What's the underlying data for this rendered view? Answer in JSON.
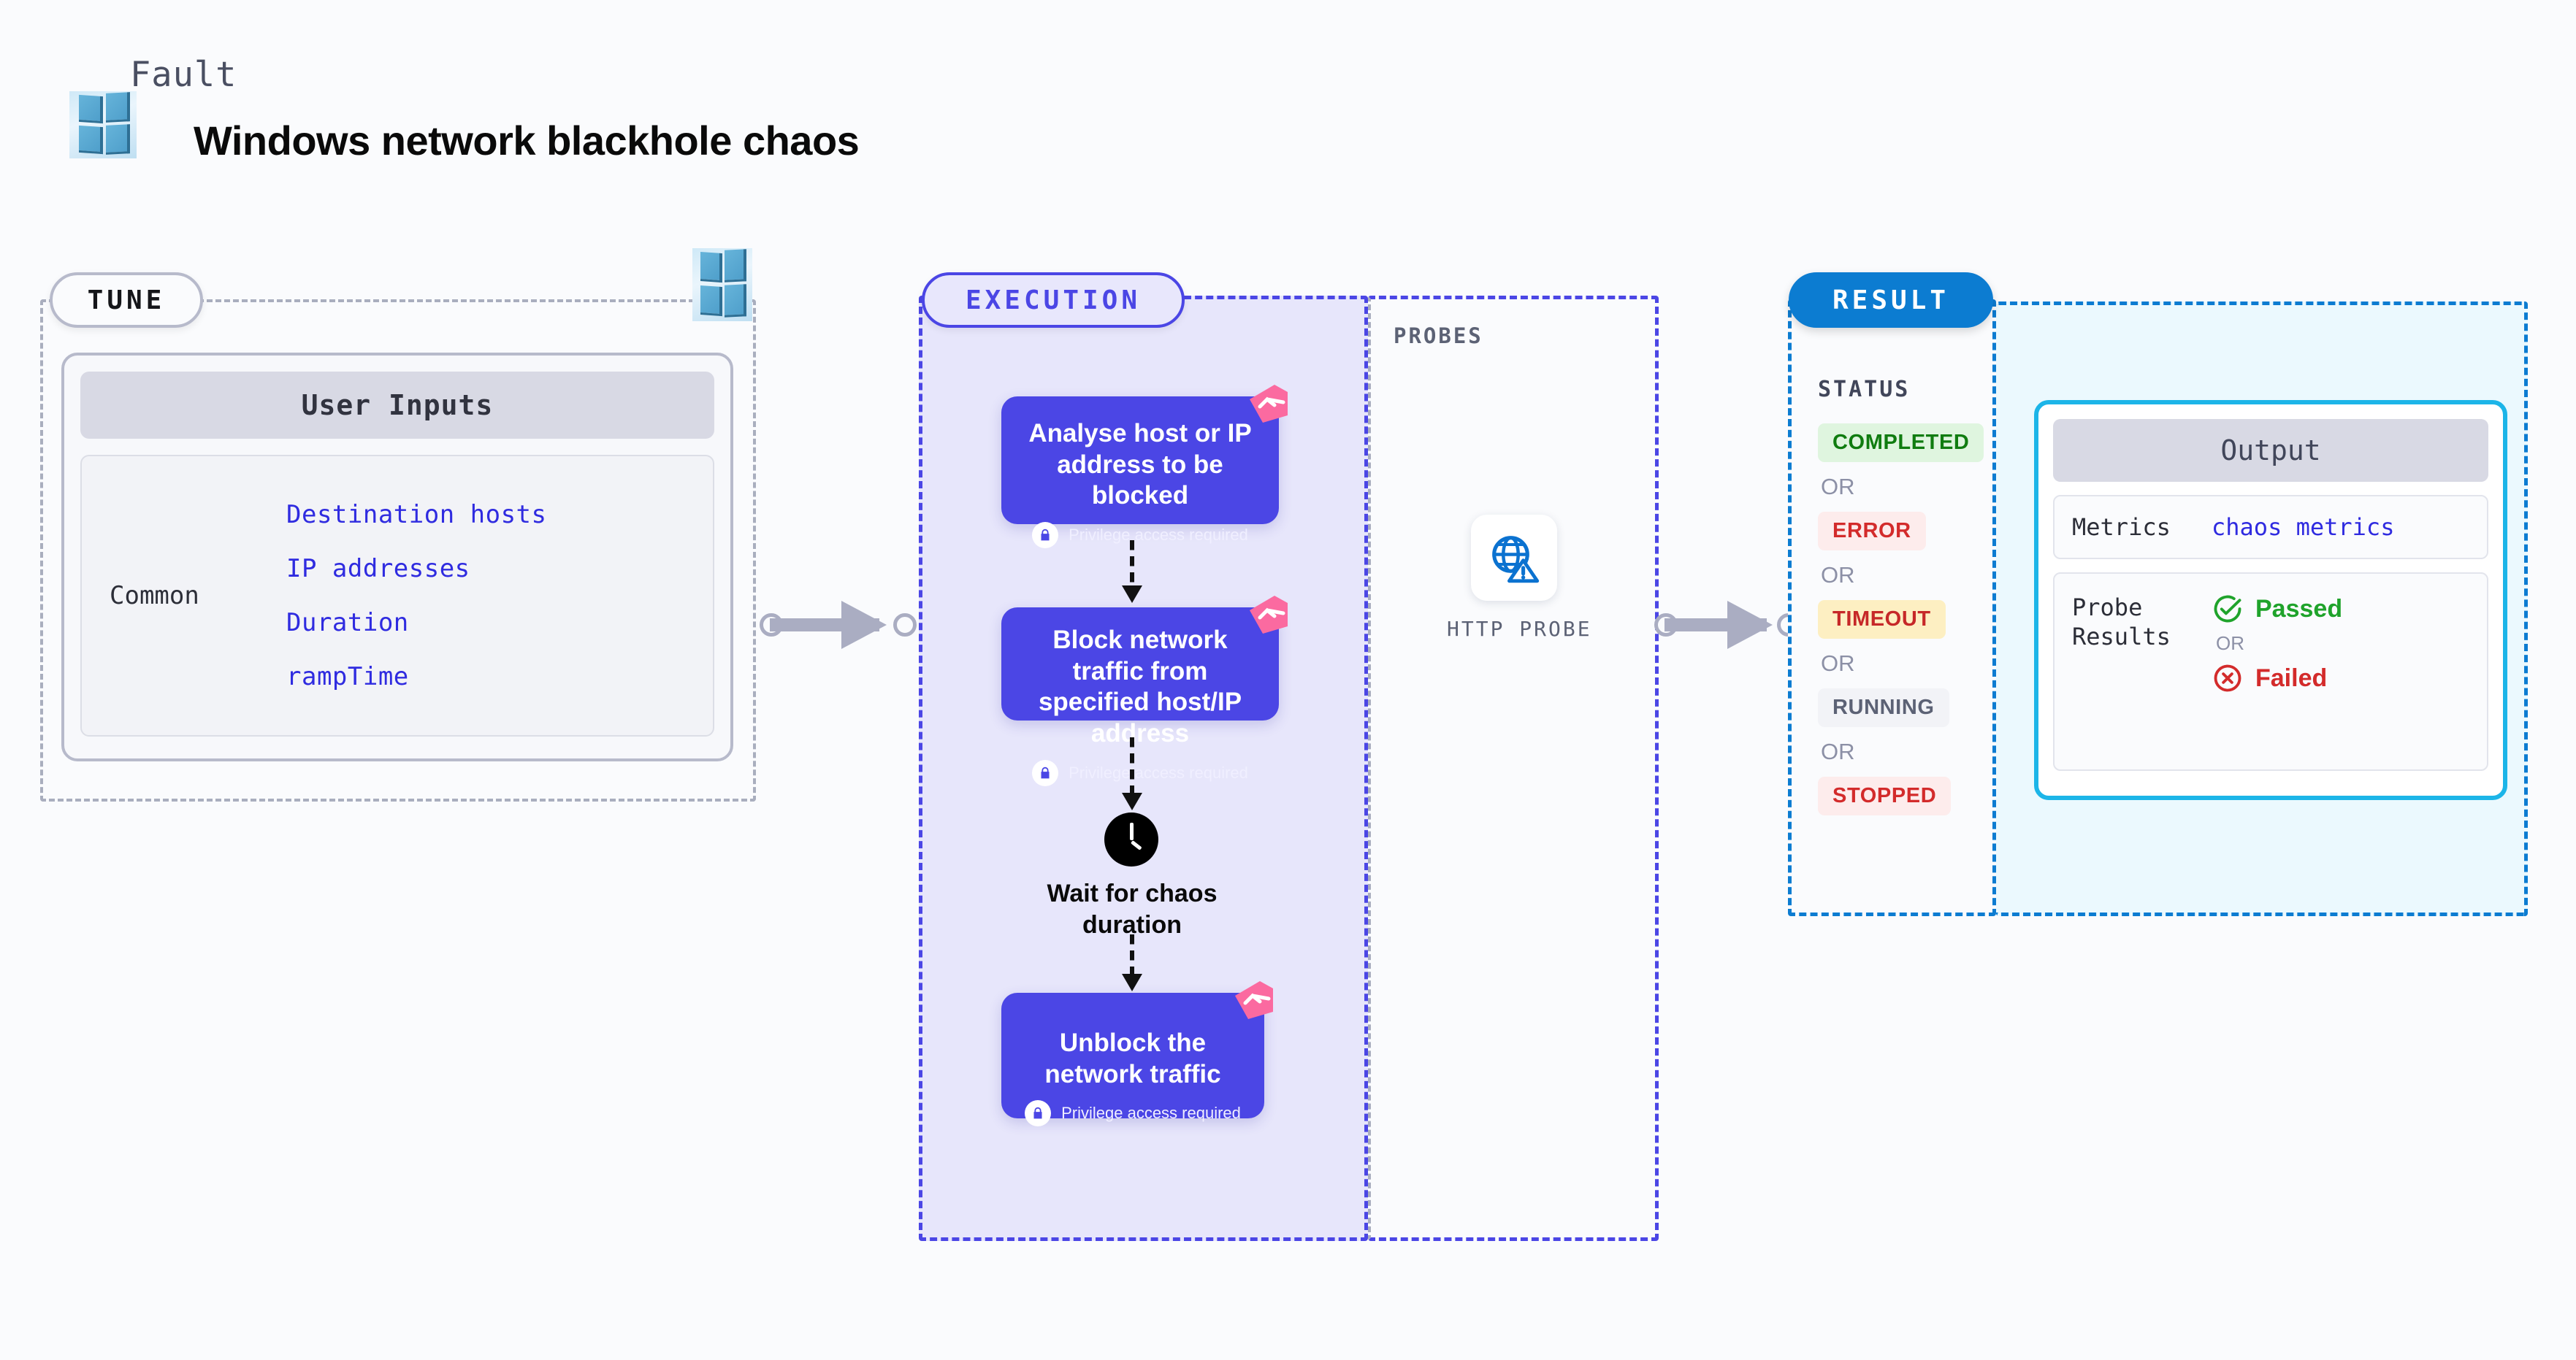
{
  "header": {
    "eyebrow": "Fault",
    "title": "Windows network blackhole chaos",
    "logo_icon": "windows-logo-icon"
  },
  "tune": {
    "pill_label": "TUNE",
    "card_header": "User Inputs",
    "group_label": "Common",
    "params": [
      "Destination hosts",
      "IP addresses",
      "Duration",
      "rampTime"
    ],
    "platform_icon": "windows-logo-icon"
  },
  "execution": {
    "pill_label": "EXECUTION",
    "steps": [
      {
        "title": "Analyse host or IP address to be blocked",
        "privilege_note": "Privilege access required",
        "badge_icon": "harness-ribbon-icon",
        "lock_icon": "lock-icon"
      },
      {
        "title": "Block network traffic from specified host/IP address",
        "privilege_note": "Privilege access required",
        "badge_icon": "harness-ribbon-icon",
        "lock_icon": "lock-icon"
      },
      {
        "title": "Unblock the network traffic",
        "privilege_note": "Privilege access required",
        "badge_icon": "harness-ribbon-icon",
        "lock_icon": "lock-icon"
      }
    ],
    "wait_step": {
      "label": "Wait for chaos duration",
      "icon": "clock-icon"
    }
  },
  "probes": {
    "section_label": "PROBES",
    "items": [
      {
        "caption": "HTTP PROBE",
        "icon": "globe-warning-icon"
      }
    ]
  },
  "result": {
    "pill_label": "RESULT",
    "status_label": "STATUS",
    "or_label": "OR",
    "statuses": [
      {
        "label": "COMPLETED",
        "bg": "#DFF5DF",
        "fg": "#107C10"
      },
      {
        "label": "ERROR",
        "bg": "#FDECEC",
        "fg": "#D32B2B"
      },
      {
        "label": "TIMEOUT",
        "bg": "#FDEFC2",
        "fg": "#C62828"
      },
      {
        "label": "RUNNING",
        "bg": "#F2F3F7",
        "fg": "#5C6275"
      },
      {
        "label": "STOPPED",
        "bg": "#FDECEC",
        "fg": "#D32B2B"
      }
    ],
    "output": {
      "header": "Output",
      "metrics_key": "Metrics",
      "metrics_value": "chaos metrics",
      "probe_key": "Probe Results",
      "probe_passed": "Passed",
      "probe_failed": "Failed",
      "probe_or": "OR",
      "passed_icon": "check-circle-icon",
      "failed_icon": "x-circle-icon"
    }
  },
  "colors": {
    "page_bg": "#FAFBFD",
    "purple": "#4B46E5",
    "exec_bg": "#E7E6FB",
    "result_blue": "#0C7CD1",
    "result_bg": "#EBF9FE",
    "output_border": "#1CB5E8",
    "ribbon_pink": "#FB6AA0",
    "connector_grey": "#AAADC2",
    "param_blue": "#2F2BE0",
    "passed_green": "#1FA32B",
    "failed_red": "#D32B2B"
  }
}
